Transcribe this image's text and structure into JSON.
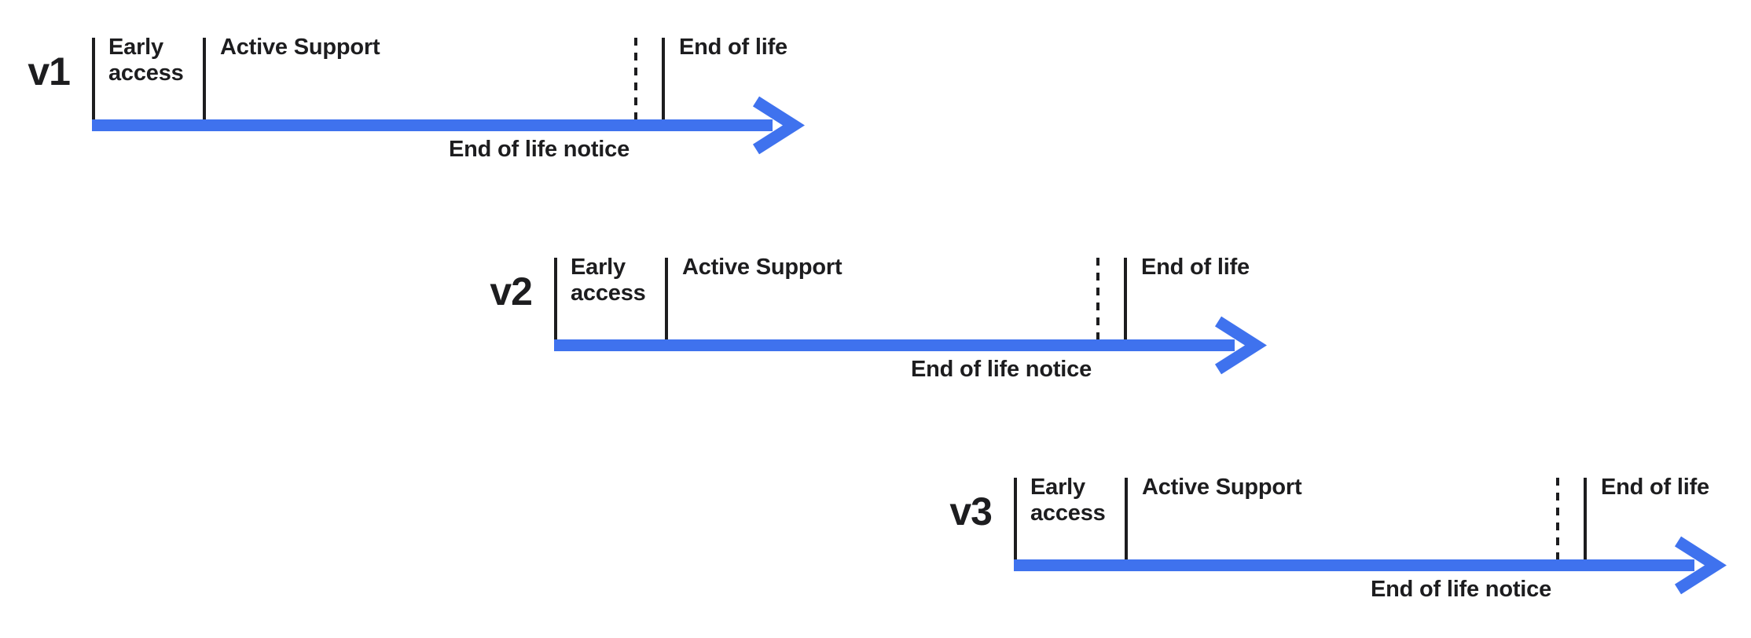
{
  "diagram": {
    "type": "release-lifecycle-timelines",
    "background": "#ffffff",
    "colors": {
      "arrow_blue": "#3f72ee",
      "ink": "#1d1d1f"
    }
  },
  "timelines": [
    {
      "version": "v1",
      "labels": {
        "early_access": "Early access",
        "active_support": "Active Support",
        "end_of_life": "End of life",
        "end_of_life_notice": "End of life notice"
      }
    },
    {
      "version": "v2",
      "labels": {
        "early_access": "Early access",
        "active_support": "Active Support",
        "end_of_life": "End of life",
        "end_of_life_notice": "End of life notice"
      }
    },
    {
      "version": "v3",
      "labels": {
        "early_access": "Early access",
        "active_support": "Active Support",
        "end_of_life": "End of life",
        "end_of_life_notice": "End of life notice"
      }
    }
  ]
}
